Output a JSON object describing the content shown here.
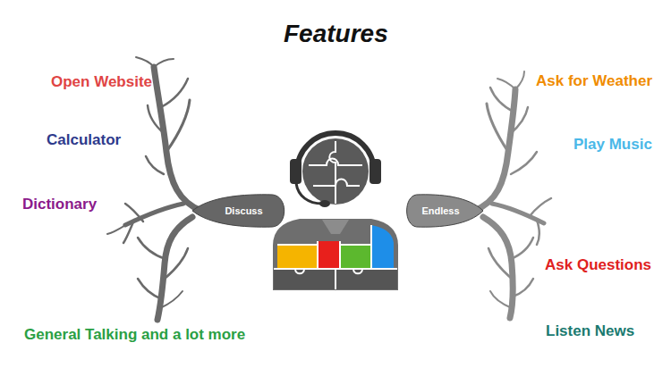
{
  "diagram": {
    "title": "Features",
    "nodes": [
      {
        "text": [
          "Discuss"
        ]
      },
      {
        "text": [
          "Endless"
        ]
      }
    ],
    "labels": [
      "Open Website",
      "Calculator",
      "Dictionary",
      "General Talking and a lot more",
      "Ask for Weather",
      "Play Music",
      "Ask Questions",
      "Listen News"
    ]
  }
}
